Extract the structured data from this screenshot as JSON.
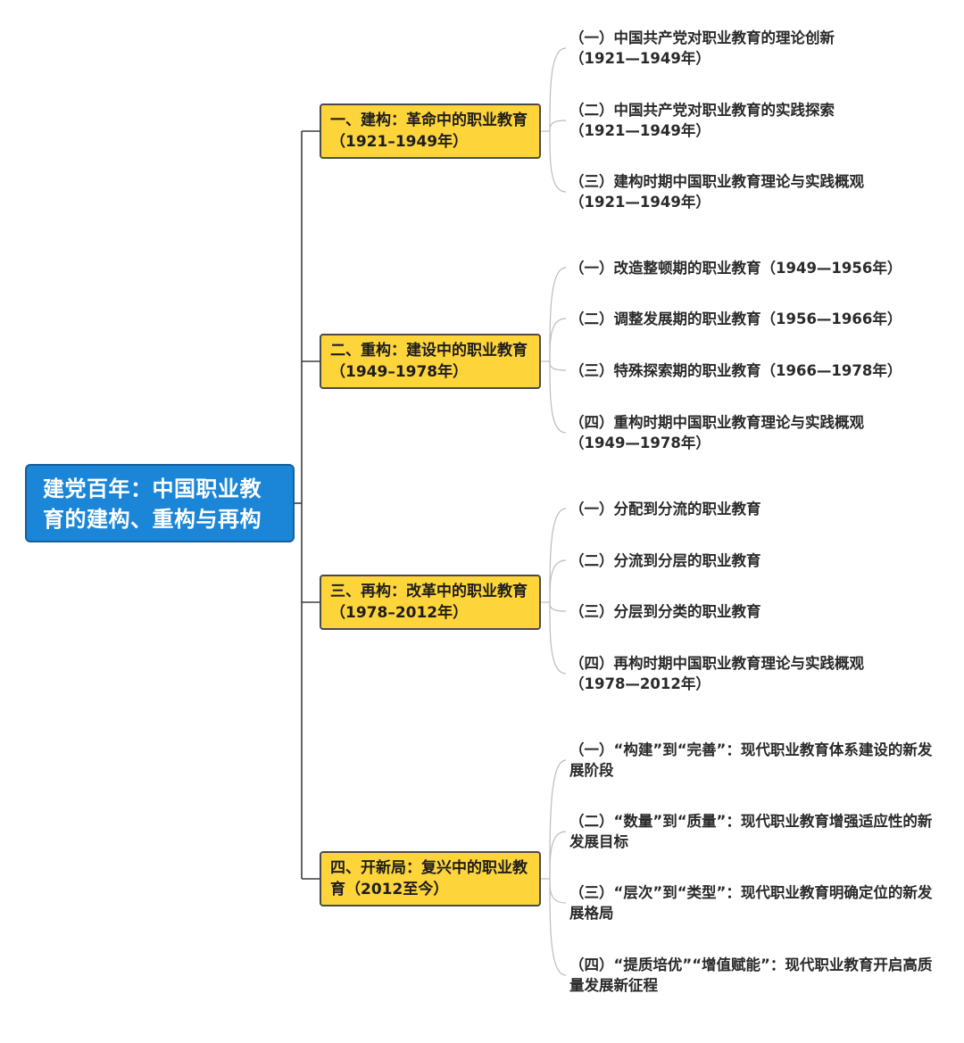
{
  "root": {
    "title": "建党百年：中国职业教育的建构、重构与再构"
  },
  "branches": [
    {
      "label": "一、建构：革命中的职业教育（1921–1949年）",
      "leaves": [
        "（一）中国共产党对职业教育的理论创新（1921—1949年）",
        "（二）中国共产党对职业教育的实践探索（1921—1949年）",
        "（三）建构时期中国职业教育理论与实践概观（1921—1949年）"
      ]
    },
    {
      "label": "二、重构：建设中的职业教育（1949–1978年）",
      "leaves": [
        "（一）改造整顿期的职业教育（1949—1956年）",
        "（二）调整发展期的职业教育（1956—1966年）",
        "（三）特殊探索期的职业教育（1966—1978年）",
        "（四）重构时期中国职业教育理论与实践概观（1949—1978年）"
      ]
    },
    {
      "label": "三、再构：改革中的职业教育（1978–2012年）",
      "leaves": [
        "（一）分配到分流的职业教育",
        "（二）分流到分层的职业教育",
        "（三）分层到分类的职业教育",
        "（四）再构时期中国职业教育理论与实践概观（1978—2012年）"
      ]
    },
    {
      "label": "四、开新局：复兴中的职业教育（2012至今）",
      "leaves": [
        "（一）“构建”到“完善”：现代职业教育体系建设的新发展阶段",
        "（二）“数量”到“质量”：现代职业教育增强适应性的新发展目标",
        "（三）“层次”到“类型”：现代职业教育明确定位的新发展格局",
        "（四）“提质培优”“增值赋能”：现代职业教育开启高质量发展新征程"
      ]
    }
  ]
}
